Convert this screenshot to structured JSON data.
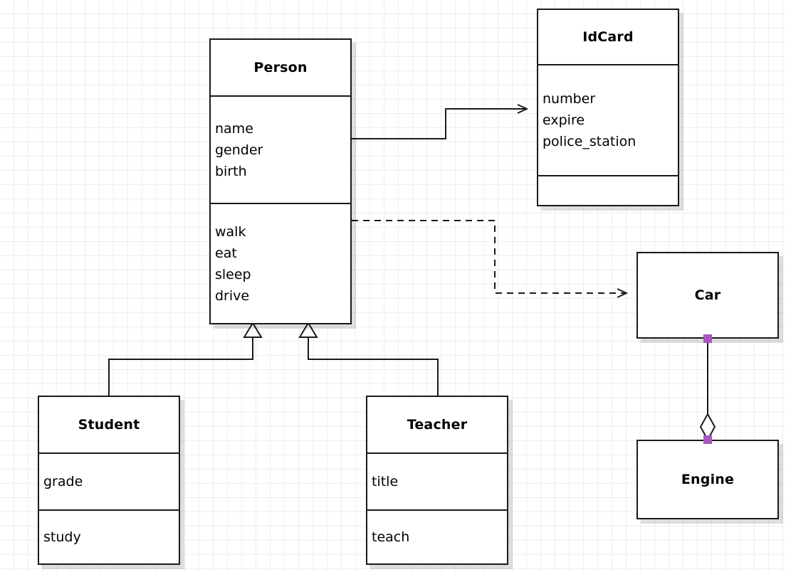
{
  "diagram": {
    "type": "uml-class-diagram",
    "background": "#ffffff",
    "grid_color": "#eceeef",
    "line_color": "#1a1a1a",
    "selection_handle_color": "#a855c0",
    "classes": [
      {
        "id": "person",
        "name": "Person",
        "attributes": [
          "name",
          "gender",
          "birth"
        ],
        "operations": [
          "walk",
          "eat",
          "sleep",
          "drive"
        ]
      },
      {
        "id": "idcard",
        "name": "IdCard",
        "attributes": [
          "number",
          "expire",
          "police_station"
        ],
        "operations": []
      },
      {
        "id": "student",
        "name": "Student",
        "attributes": [
          "grade"
        ],
        "operations": [
          "study"
        ]
      },
      {
        "id": "teacher",
        "name": "Teacher",
        "attributes": [
          "title"
        ],
        "operations": [
          "teach"
        ]
      },
      {
        "id": "car",
        "name": "Car",
        "attributes": [],
        "operations": []
      },
      {
        "id": "engine",
        "name": "Engine",
        "attributes": [],
        "operations": []
      }
    ],
    "relationships": [
      {
        "id": "person-idcard",
        "kind": "association",
        "style": "solid",
        "from": "person",
        "to": "idcard",
        "arrow": "open-arrow"
      },
      {
        "id": "person-car",
        "kind": "dependency",
        "style": "dashed",
        "from": "person",
        "to": "car",
        "arrow": "open-arrow"
      },
      {
        "id": "student-person",
        "kind": "generalization",
        "style": "solid",
        "from": "student",
        "to": "person",
        "arrow": "hollow-triangle"
      },
      {
        "id": "teacher-person",
        "kind": "generalization",
        "style": "solid",
        "from": "teacher",
        "to": "person",
        "arrow": "hollow-triangle"
      },
      {
        "id": "car-engine",
        "kind": "aggregation",
        "style": "solid",
        "from": "car",
        "to": "engine",
        "arrow": "hollow-diamond",
        "selected": true
      }
    ]
  }
}
